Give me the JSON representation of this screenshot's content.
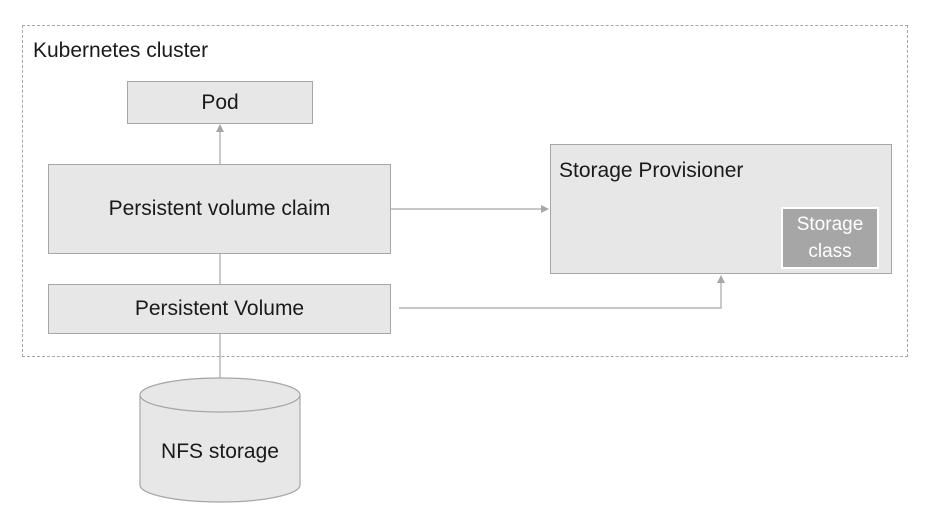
{
  "cluster": {
    "label": "Kubernetes cluster"
  },
  "nodes": {
    "pod": "Pod",
    "pvc": "Persistent volume claim",
    "pv": "Persistent Volume",
    "provisioner": "Storage Provisioner",
    "storage_class": "Storage class",
    "nfs": "NFS storage"
  },
  "edges": [
    {
      "from": "pvc",
      "to": "pod",
      "arrow": true
    },
    {
      "from": "pv",
      "to": "pvc",
      "arrow": false
    },
    {
      "from": "nfs",
      "to": "pv",
      "arrow": false
    },
    {
      "from": "pvc",
      "to": "provisioner",
      "arrow": true
    },
    {
      "from": "pv",
      "to": "provisioner",
      "arrow": true
    }
  ],
  "colors": {
    "box_fill": "#e7e7e7",
    "box_border": "#a6a6a6",
    "storage_class_fill": "#a6a6a6",
    "connector": "#a6a6a6"
  }
}
